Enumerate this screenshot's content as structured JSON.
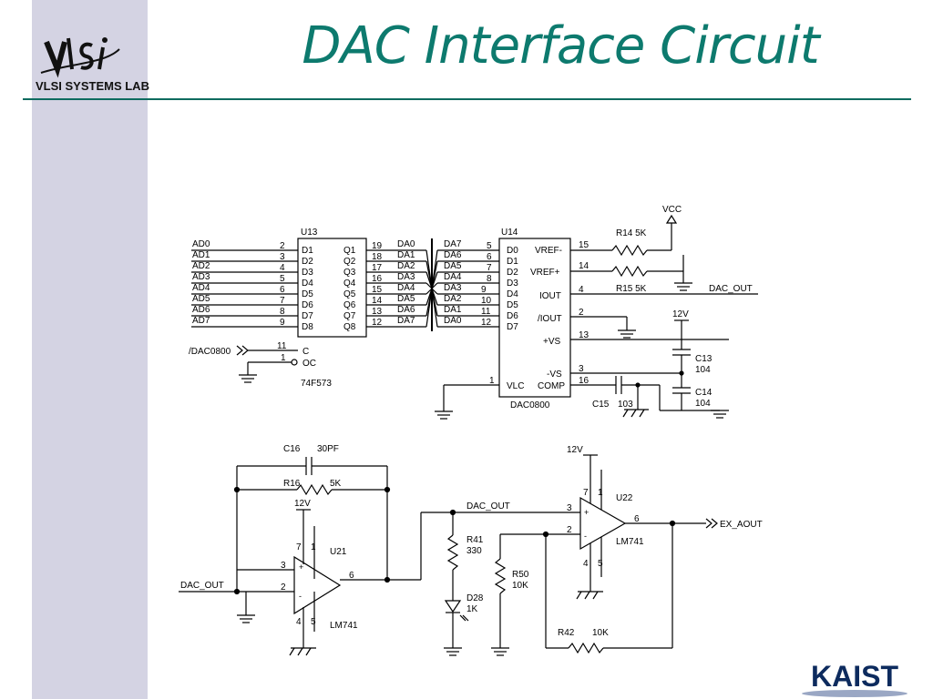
{
  "slide": {
    "title": "DAC Interface Circuit",
    "logo_text": "VLSI SYSTEMS LAB",
    "logo_mark": "vlsi",
    "corner_logo": "KAIST"
  },
  "schematic": {
    "u13": {
      "ref": "U13",
      "part": "74F573",
      "inputs": [
        "AD0",
        "AD1",
        "AD2",
        "AD3",
        "AD4",
        "AD5",
        "AD6",
        "AD7"
      ],
      "input_pins": [
        "2",
        "3",
        "4",
        "5",
        "6",
        "7",
        "8",
        "9"
      ],
      "d_labels": [
        "D1",
        "D2",
        "D3",
        "D4",
        "D5",
        "D6",
        "D7",
        "D8"
      ],
      "q_labels": [
        "Q1",
        "Q2",
        "Q3",
        "Q4",
        "Q5",
        "Q6",
        "Q7",
        "Q8"
      ],
      "output_pins": [
        "19",
        "18",
        "17",
        "16",
        "15",
        "14",
        "13",
        "12"
      ],
      "c_label": "C",
      "oc_label": "OC",
      "c_pin": "11",
      "oc_pin": "1",
      "control_net": "/DAC0800"
    },
    "bus_left": [
      "DA0",
      "DA1",
      "DA2",
      "DA3",
      "DA4",
      "DA5",
      "DA6",
      "DA7"
    ],
    "bus_right": [
      "DA7",
      "DA6",
      "DA5",
      "DA4",
      "DA3",
      "DA2",
      "DA1",
      "DA0"
    ],
    "u14": {
      "ref": "U14",
      "part": "DAC0800",
      "input_pins": [
        "5",
        "6",
        "7",
        "8",
        "9",
        "10",
        "11",
        "12"
      ],
      "d_labels": [
        "D0",
        "D1",
        "D2",
        "D3",
        "D4",
        "D5",
        "D6",
        "D7"
      ],
      "right_labels": [
        "VREF-",
        "VREF+",
        "IOUT",
        "/IOUT",
        "+VS",
        "-VS",
        "COMP"
      ],
      "right_pins": [
        "15",
        "14",
        "4",
        "2",
        "13",
        "3",
        "16"
      ],
      "vlc_label": "VLC",
      "vlc_pin": "1"
    },
    "r14": "R14 5K",
    "r15": "R15 5K",
    "vcc": "VCC",
    "dac_out": "DAC_OUT",
    "supply_12v": "12V",
    "c13": "C13",
    "c13_val": "104",
    "c14": "C14",
    "c14_val": "104",
    "c15": "C15",
    "c15_val": "103",
    "c16": "C16",
    "c16_val": "30PF",
    "r16": "R16",
    "r16_val": "5K",
    "u21": "U21",
    "u21_part": "LM741",
    "u22": "U22",
    "u22_part": "LM741",
    "r41": "R41",
    "r41_val": "330",
    "d28": "D28",
    "d28_val": "1K",
    "r50": "R50",
    "r50_val": "10K",
    "r42": "R42",
    "r42_val": "10K",
    "ex_aout": "EX_AOUT",
    "opamp_pins": {
      "p3": "3",
      "p2": "2",
      "p6": "6",
      "p7": "7",
      "p1": "1",
      "p4": "4",
      "p5": "5"
    }
  }
}
